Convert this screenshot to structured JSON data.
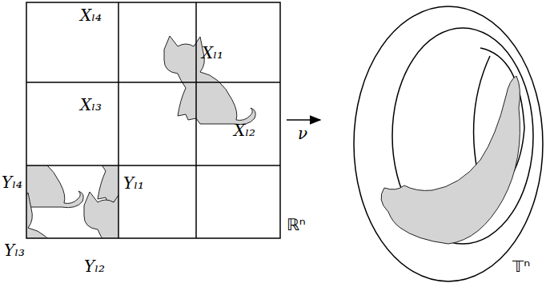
{
  "diagram": {
    "labels": [
      "Xₗ₄",
      "Xₗ₁",
      "Xₗ₃",
      "Xₗ₂",
      "Yₗ₄",
      "Yₗ₁",
      "Yₗ₃",
      "Yₗ₂",
      "ℝⁿ",
      "ν",
      "𝕋ⁿ"
    ]
  }
}
